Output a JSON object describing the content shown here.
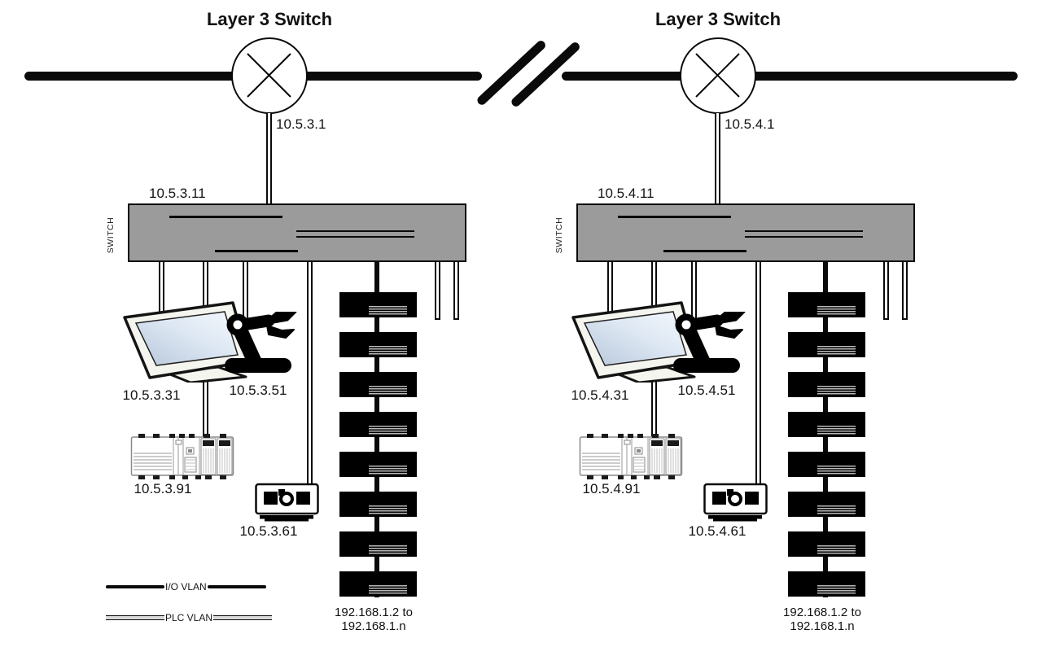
{
  "legend": {
    "io_vlan": "I/O VLAN",
    "plc_vlan": "PLC VLAN"
  },
  "colors": {
    "switch_fill": "#9b9b9b",
    "line": "#0a0a0a",
    "screen_blue": "#dbe5f1"
  },
  "sides": [
    {
      "title": "Layer 3 Switch",
      "router_ip": "10.5.3.1",
      "switch_ip": "10.5.3.11",
      "switch_label": "SWITCH",
      "workstation_ip": "10.5.3.31",
      "robot_ip": "10.5.3.51",
      "drive_ip": "10.5.3.61",
      "plc_ip": "10.5.3.91",
      "io_range_1": "192.168.1.2 to",
      "io_range_2": "192.168.1.n",
      "io_block_count": 8
    },
    {
      "title": "Layer 3 Switch",
      "router_ip": "10.5.4.1",
      "switch_ip": "10.5.4.11",
      "switch_label": "SWITCH",
      "workstation_ip": "10.5.4.31",
      "robot_ip": "10.5.4.51",
      "drive_ip": "10.5.4.61",
      "plc_ip": "10.5.4.91",
      "io_range_1": "192.168.1.2 to",
      "io_range_2": "192.168.1.n",
      "io_block_count": 8
    }
  ]
}
